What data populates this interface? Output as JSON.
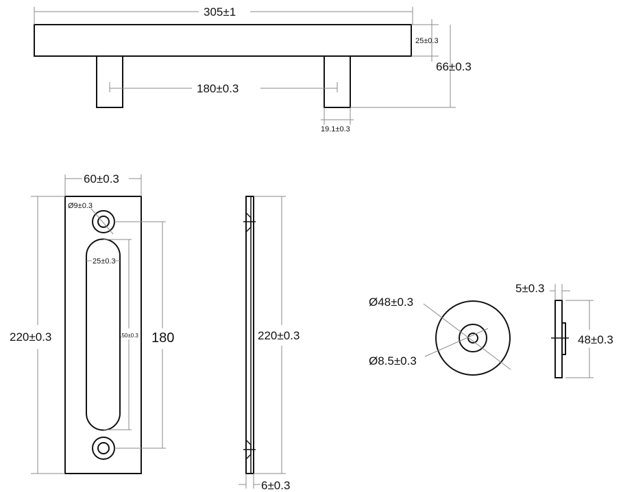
{
  "drawing": {
    "top_view": {
      "length": "305±1",
      "height": "25±0.3",
      "total_height": "66±0.3",
      "leg_spacing": "180±0.3",
      "leg_width": "19.1±0.3"
    },
    "plate_front": {
      "width": "60±0.3",
      "hole_dia": "Ø9±0.3",
      "slot_width": "25±0.3",
      "height": "220±0.3",
      "slot_length": "150±0.3",
      "hole_spacing": "180"
    },
    "plate_side": {
      "height": "220±0.3",
      "thickness": "6±0.3"
    },
    "washer": {
      "outer_dia": "Ø48±0.3",
      "inner_dia": "Ø8.5±0.3",
      "thickness": "5±0.3",
      "height": "48±0.3"
    }
  }
}
